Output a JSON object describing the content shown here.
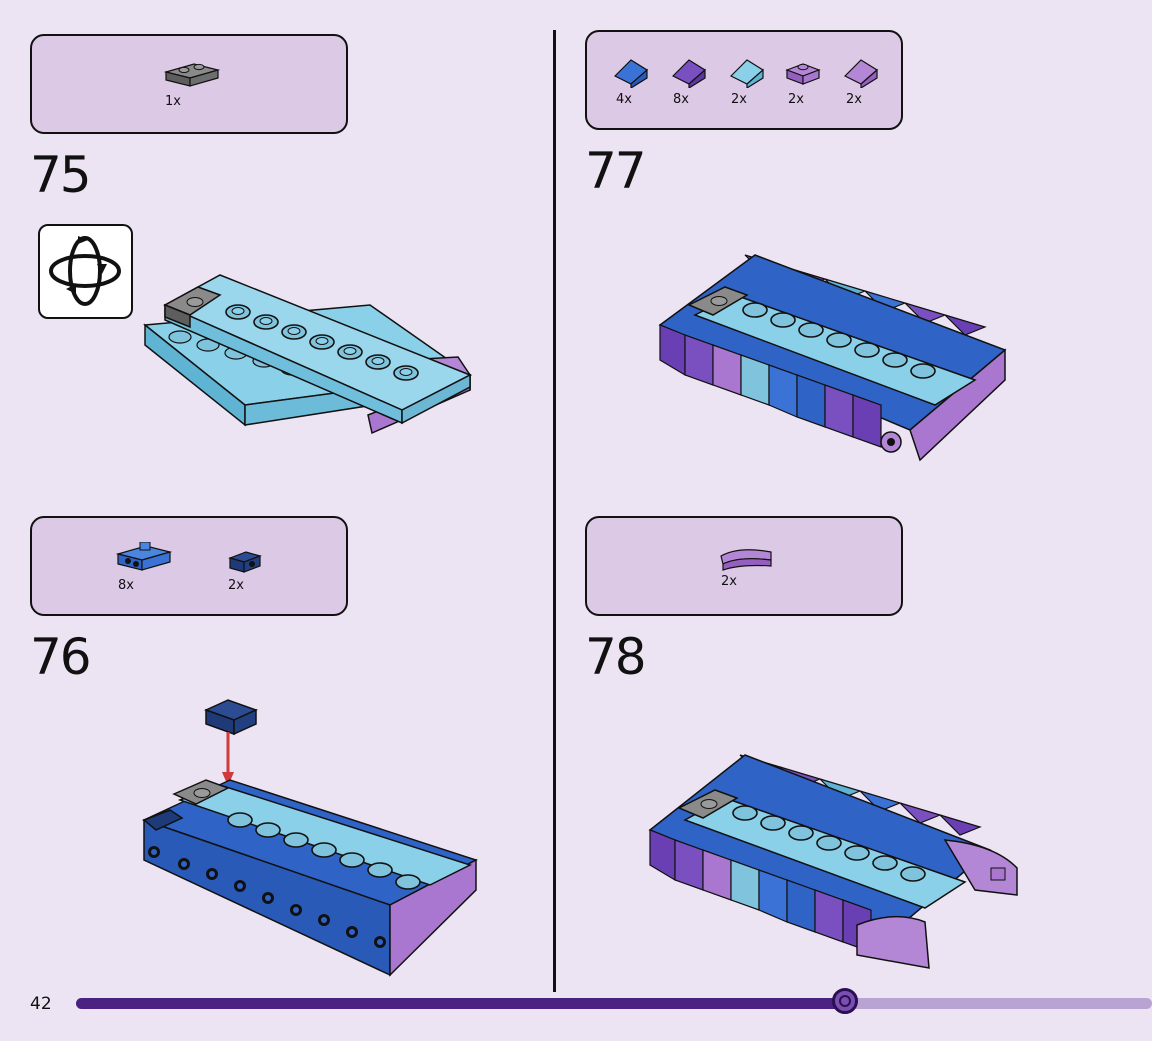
{
  "page": {
    "number": "42",
    "progress_fraction": 0.715
  },
  "colors": {
    "background": "#ece4f2",
    "parts_box": "#dcc9e6",
    "medium_azure": "#7fc4dc",
    "dark_azure_blue": "#2f63c6",
    "earth_blue": "#1f3a78",
    "medium_lavender": "#a977cf",
    "purple": "#6a3fb4",
    "dark_bluish_gray": "#6e6e6e",
    "arrow_red": "#d03a3a",
    "progress_fill": "#4b2182",
    "progress_track": "#b9a3d3"
  },
  "steps": [
    {
      "number": "75",
      "parts": [
        {
          "qty": "1x",
          "icon": "dark-gray-plate-1x2-icon"
        }
      ],
      "extra": "rotate-model-icon"
    },
    {
      "number": "76",
      "parts": [
        {
          "qty": "8x",
          "icon": "blue-bracket-icon"
        },
        {
          "qty": "2x",
          "icon": "dark-blue-bracket-icon"
        }
      ]
    },
    {
      "number": "77",
      "parts": [
        {
          "qty": "4x",
          "icon": "blue-slope-icon"
        },
        {
          "qty": "8x",
          "icon": "purple-slope-icon"
        },
        {
          "qty": "2x",
          "icon": "azure-slope-icon"
        },
        {
          "qty": "2x",
          "icon": "lavender-plate-icon"
        },
        {
          "qty": "2x",
          "icon": "lavender-slope-icon"
        }
      ]
    },
    {
      "number": "78",
      "parts": [
        {
          "qty": "2x",
          "icon": "lavender-curved-slope-icon"
        }
      ]
    }
  ]
}
